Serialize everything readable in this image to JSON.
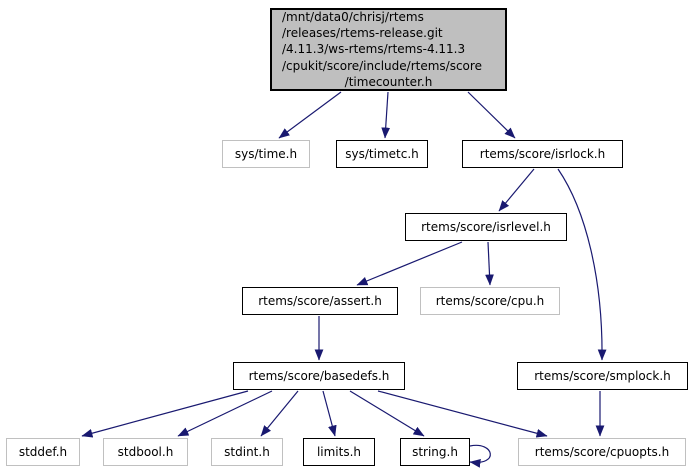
{
  "diagram": {
    "type": "include-dependency-graph",
    "colors": {
      "background": "#ffffff",
      "edge": "#191970",
      "root_fill": "#bfbfbf",
      "node_fill": "#ffffff",
      "border_linked": "#000000",
      "border_plain": "#c0c0c0",
      "text": "#000000"
    },
    "nodes": {
      "timecounter": {
        "lines": [
          "/mnt/data0/chrisj/rtems",
          "/releases/rtems-release.git",
          "/4.11.3/ws-rtems/rtems-4.11.3",
          "/cpukit/score/include/rtems/score",
          "/timecounter.h"
        ]
      },
      "sys_time": {
        "label": "sys/time.h"
      },
      "sys_timetc": {
        "label": "sys/timetc.h"
      },
      "isrlock": {
        "label": "rtems/score/isrlock.h"
      },
      "isrlevel": {
        "label": "rtems/score/isrlevel.h"
      },
      "assert": {
        "label": "rtems/score/assert.h"
      },
      "cpu": {
        "label": "rtems/score/cpu.h"
      },
      "basedefs": {
        "label": "rtems/score/basedefs.h"
      },
      "smplock": {
        "label": "rtems/score/smplock.h"
      },
      "stddef": {
        "label": "stddef.h"
      },
      "stdbool": {
        "label": "stdbool.h"
      },
      "stdint": {
        "label": "stdint.h"
      },
      "limits": {
        "label": "limits.h"
      },
      "string": {
        "label": "string.h"
      },
      "cpuopts": {
        "label": "rtems/score/cpuopts.h"
      }
    },
    "edges": [
      {
        "from": "timecounter.h",
        "to": "sys/time.h"
      },
      {
        "from": "timecounter.h",
        "to": "sys/timetc.h"
      },
      {
        "from": "timecounter.h",
        "to": "rtems/score/isrlock.h"
      },
      {
        "from": "rtems/score/isrlock.h",
        "to": "rtems/score/isrlevel.h"
      },
      {
        "from": "rtems/score/isrlock.h",
        "to": "rtems/score/smplock.h"
      },
      {
        "from": "rtems/score/isrlevel.h",
        "to": "rtems/score/assert.h"
      },
      {
        "from": "rtems/score/isrlevel.h",
        "to": "rtems/score/cpu.h"
      },
      {
        "from": "rtems/score/assert.h",
        "to": "rtems/score/basedefs.h"
      },
      {
        "from": "rtems/score/basedefs.h",
        "to": "stddef.h"
      },
      {
        "from": "rtems/score/basedefs.h",
        "to": "stdbool.h"
      },
      {
        "from": "rtems/score/basedefs.h",
        "to": "stdint.h"
      },
      {
        "from": "rtems/score/basedefs.h",
        "to": "limits.h"
      },
      {
        "from": "rtems/score/basedefs.h",
        "to": "string.h"
      },
      {
        "from": "rtems/score/basedefs.h",
        "to": "rtems/score/cpuopts.h"
      },
      {
        "from": "rtems/score/smplock.h",
        "to": "rtems/score/cpuopts.h"
      },
      {
        "from": "string.h",
        "to": "string.h"
      }
    ]
  }
}
